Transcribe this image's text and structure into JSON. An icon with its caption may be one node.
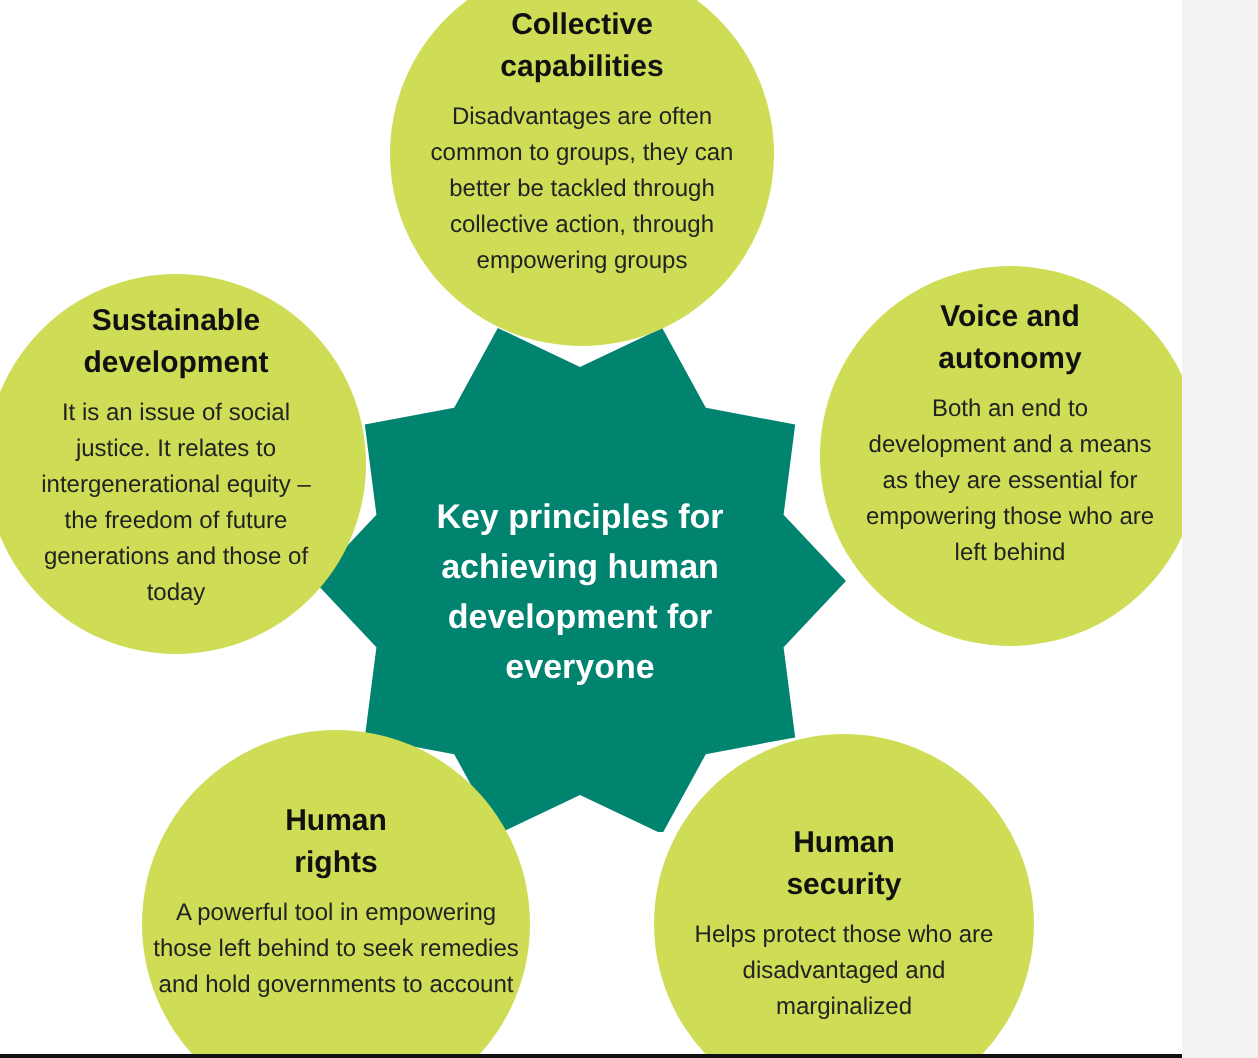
{
  "diagram": {
    "nodes": [
      {
        "text": [
          "Key principles for achieving human development for everyone"
        ]
      },
      {
        "text": [
          "Collective capabilities",
          "Disadvantages are often common to groups, they can better be tackled through collective action, through empowering groups"
        ]
      },
      {
        "text": [
          "Voice and autonomy",
          "Both an end to development and a means as they are essential for empowering those who are left behind"
        ]
      },
      {
        "text": [
          "Human security",
          "Helps protect those who are disadvantaged and marginalized"
        ]
      },
      {
        "text": [
          "Human rights",
          "A powerful tool in empowering those left behind to seek remedies and hold governments to account"
        ]
      },
      {
        "text": [
          "Sustainable development",
          "It is an issue of social justice. It relates to intergenerational equity – the freedom of future generations and those of today"
        ]
      }
    ]
  }
}
